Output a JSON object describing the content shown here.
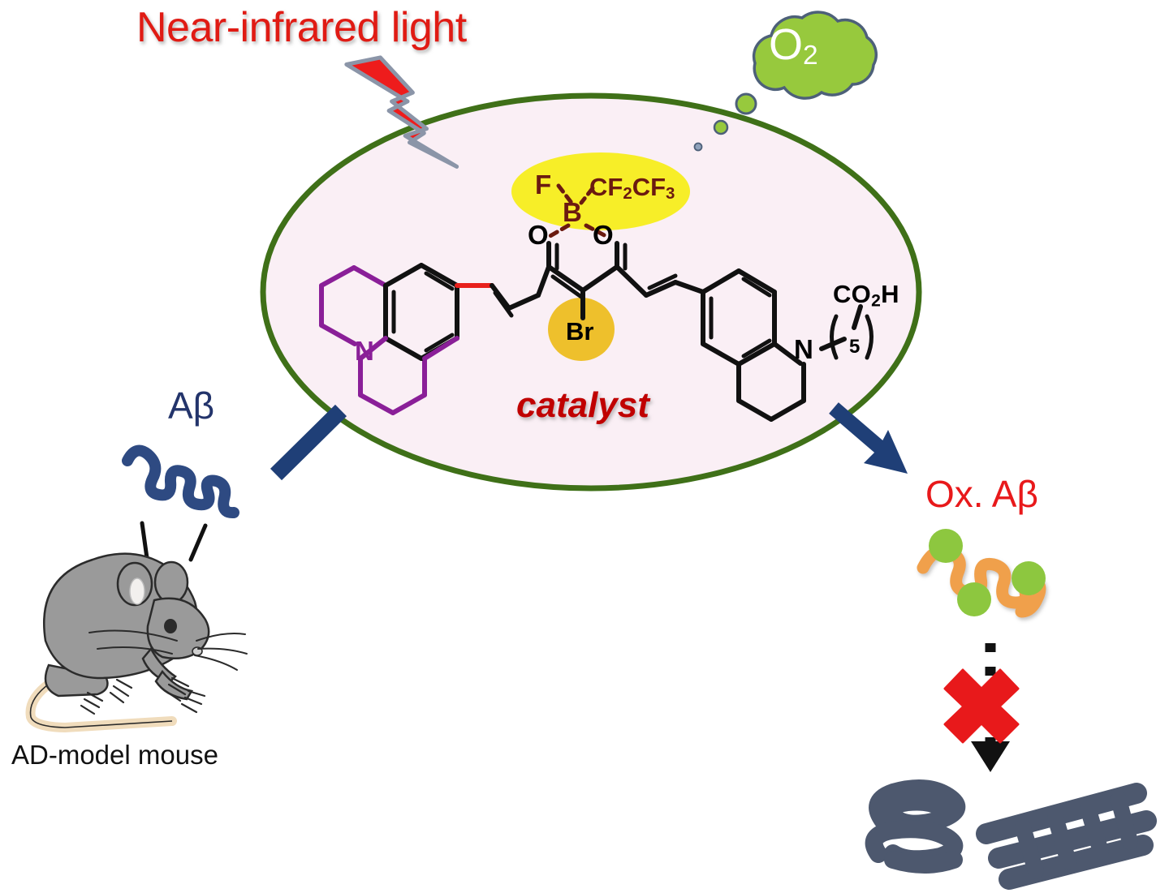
{
  "figure": {
    "title_text": "Near-infrared light",
    "catalyst_text": "catalyst",
    "abeta_text": "Aβ",
    "ox_abeta_text": "Ox. Aβ",
    "mouse_caption": "AD-model mouse",
    "o2_label": "O",
    "o2_subscript": "2"
  },
  "molecule": {
    "atoms": {
      "oxygen_left": "O",
      "oxygen_right": "O",
      "boron": "B",
      "fluorine": "F",
      "perfluoroethyl": "CF",
      "perfluoroethyl_sub1": "2",
      "perfluoroethyl_mid": "CF",
      "perfluoroethyl_sub2": "3",
      "bromine": "Br",
      "nitrogen_left": "N",
      "nitrogen_right": "N"
    },
    "carboxyl_label": "CO",
    "carboxyl_sub": "2",
    "carboxyl_h": "H",
    "chain_length": "5"
  },
  "colors": {
    "nir_red": "#e01b14",
    "catalyst_red": "#c00000",
    "abeta_navy": "#23346b",
    "ox_abeta_red": "#e8191b",
    "ellipse_border_green": "#3f7018",
    "ellipse_fill": "#faeff5",
    "highlight_yellow": "#f7ee28",
    "bromine_amber": "#eec02c",
    "boron_maroon": "#6b1a10",
    "julolidine_purple": "#8a1f98",
    "vinyl_red": "#e8201c",
    "arrow_navy": "#1f3f77",
    "o2_green": "#97c93d",
    "bubble_outline": "#4d6079",
    "oxidized_orange": "#f0a04b",
    "oxidized_dot_green": "#8dc73f",
    "aggregate_slate": "#4d586e",
    "mouse_gray": "#9a9a9a",
    "mouse_tail": "#f0dcbc",
    "cross_red": "#e8191b",
    "bolt_red": "#ee1c1c",
    "bolt_outline": "#8b95a8"
  },
  "elements": {
    "lightning_bolt": "lightning-bolt-icon",
    "o2_cloud": "o2-cloud-icon",
    "mouse": "mouse-icon",
    "abeta_squiggle": "abeta-squiggle-icon",
    "ox_abeta_squiggle": "oxidized-abeta-squiggle-icon",
    "red_cross": "red-cross-icon",
    "dashed_arrow": "dashed-arrow-icon",
    "aggregate_left": "amyloid-aggregate-icon",
    "aggregate_right": "amyloid-fibril-icon",
    "input_arrow": "input-arrow-icon",
    "output_arrow": "output-arrow-icon"
  }
}
